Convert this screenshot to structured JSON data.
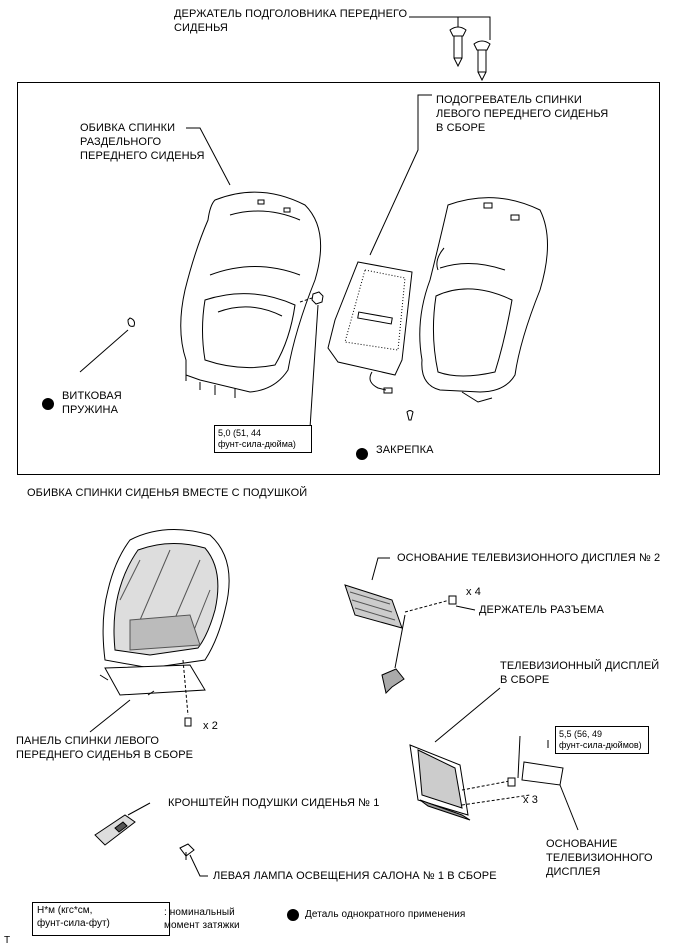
{
  "labels": {
    "headrest_holder": "ДЕРЖАТЕЛЬ ПОДГОЛОВНИКА ПЕРЕДНЕГО\nСИДЕНЬЯ",
    "seatback_cover": "ОБИВКА СПИНКИ\nРАЗДЕЛЬНОГО\nПЕРЕДНЕГО СИДЕНЬЯ",
    "heater": "ПОДОГРЕВАТЕЛЬ СПИНКИ\nЛЕВОГО ПЕРЕДНЕГО СИДЕНЬЯ\nВ СБОРЕ",
    "spring": "ВИТКОВАЯ\nПРУЖИНА",
    "torque_box": "5,0 (51, 44\nфунт-сила-дюйма)",
    "clip": "ЗАКРЕПКА",
    "frame_caption": "ОБИВКА СПИНКИ СИДЕНЬЯ ВМЕСТЕ С ПОДУШКОЙ",
    "tv_base_2": "ОСНОВАНИЕ ТЕЛЕВИЗИОННОГО ДИСПЛЕЯ № 2",
    "x4": "x 4",
    "connector_holder": "ДЕРЖАТЕЛЬ РАЗЪЕМА",
    "tv_display": "ТЕЛЕВИЗИОННЫЙ ДИСПЛЕЙ\nВ СБОРЕ",
    "torque_box2": "5,5 (56, 49\nфунт-сила-дюймов)",
    "x2": "x 2",
    "back_panel": "ПАНЕЛЬ СПИНКИ ЛЕВОГО\nПЕРЕДНЕГО СИДЕНЬЯ В СБОРЕ",
    "x3": "x 3",
    "bracket": "КРОНШТЕЙН ПОДУШКИ СИДЕНЬЯ № 1",
    "tv_base": "ОСНОВАНИЕ\nТЕЛЕВИЗИОННОГО\nДИСПЛЕЯ",
    "lamp": "ЛЕВАЯ ЛАМПА ОСВЕЩЕНИЯ САЛОНА № 1 В СБОРЕ"
  },
  "legend": {
    "units": "Н*м (кгс*см,\nфунт-сила-фут)",
    "torque_desc": ": номинальный\nмомент затяжки",
    "single_use": "Деталь однократного применения",
    "corner_mark": "T"
  }
}
